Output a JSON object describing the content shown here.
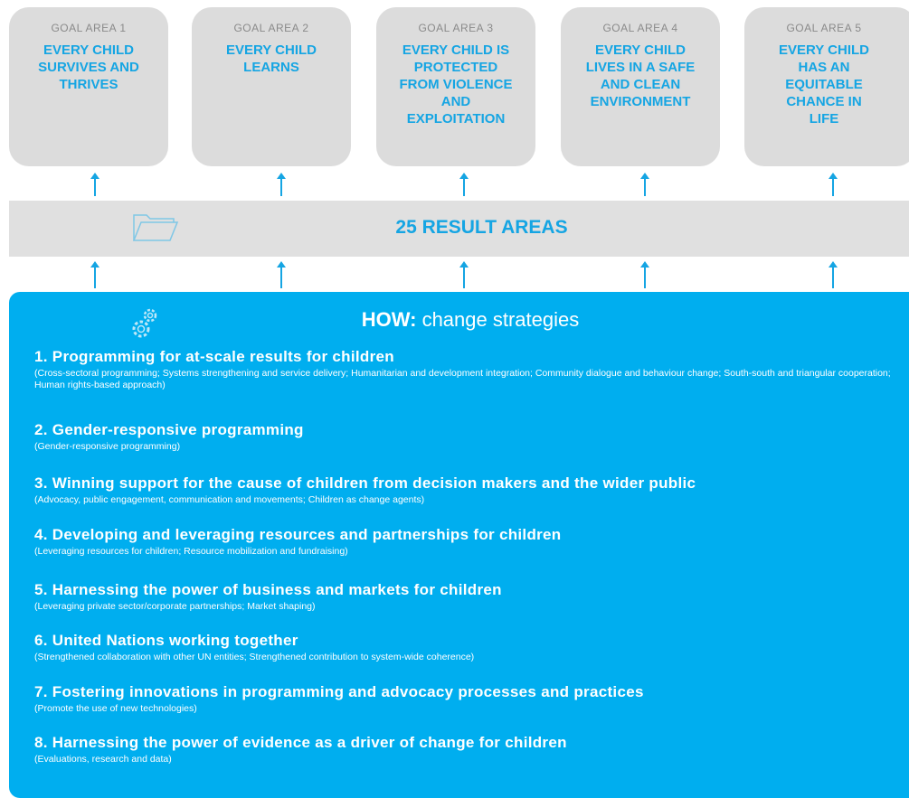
{
  "goals": [
    {
      "label": "GOAL AREA 1",
      "title": "EVERY CHILD\nSURVIVES AND\nTHRIVES"
    },
    {
      "label": "GOAL AREA 2",
      "title": "EVERY CHILD\nLEARNS"
    },
    {
      "label": "GOAL AREA 3",
      "title": "EVERY CHILD IS\nPROTECTED\nFROM VIOLENCE\nAND\nEXPLOITATION"
    },
    {
      "label": "GOAL AREA 4",
      "title": "EVERY CHILD\nLIVES IN A SAFE\nAND CLEAN\nENVIRONMENT"
    },
    {
      "label": "GOAL AREA 5",
      "title": "EVERY CHILD\nHAS AN\nEQUITABLE\nCHANCE IN\nLIFE"
    }
  ],
  "result_areas": {
    "title": "25 RESULT AREAS",
    "icon": "folder-icon"
  },
  "how": {
    "title_bold": "HOW:",
    "title_rest": " change strategies",
    "icon": "gears-icon",
    "strategies": [
      {
        "title": "1.  Programming for at-scale results for children",
        "subtitle": "(Cross-sectoral programming; Systems strengthening and service delivery; Humanitarian and development integration; Community dialogue and behaviour change; South-south and triangular cooperation; Human rights-based approach)"
      },
      {
        "title": "2. Gender-responsive programming",
        "subtitle": "(Gender-responsive programming)"
      },
      {
        "title": "3.  Winning support for the cause of children from decision makers and the wider public",
        "subtitle": "(Advocacy, public engagement, communication and movements; Children as change agents)"
      },
      {
        "title": "4.  Developing and leveraging resources and partnerships for children",
        "subtitle": "(Leveraging resources for children; Resource mobilization and fundraising)"
      },
      {
        "title": "5.  Harnessing the power of business and markets for children",
        "subtitle": "(Leveraging private sector/corporate partnerships; Market shaping)"
      },
      {
        "title": "6.  United Nations working together",
        "subtitle": "(Strengthened collaboration with other UN entities; Strengthened contribution to system-wide coherence)"
      },
      {
        "title": "7.  Fostering innovations in programming and advocacy processes and practices",
        "subtitle": "(Promote the use of new technologies)"
      },
      {
        "title": "8.  Harnessing the power of evidence as a driver of change for children",
        "subtitle": "(Evaluations, research and data)"
      }
    ]
  },
  "colors": {
    "accent": "#00aeef",
    "goal_title": "#15a5e3",
    "panel": "#dcdcdc"
  }
}
